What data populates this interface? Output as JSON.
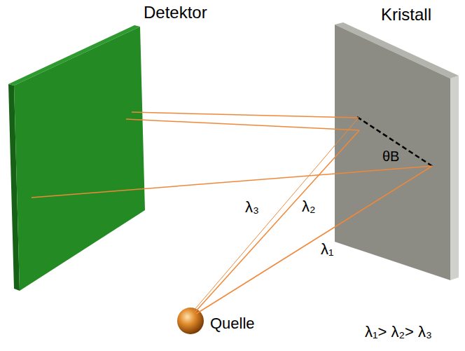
{
  "diagram": {
    "nodes": [
      {
        "text": [
          "Detektor"
        ]
      },
      {
        "text": [
          "Kristall"
        ]
      },
      {
        "text": [
          "Quelle"
        ]
      }
    ],
    "edges": [
      {
        "from": 2,
        "to": 1,
        "arrow": "none",
        "label": "λ₃"
      },
      {
        "from": 2,
        "to": 1,
        "arrow": "none",
        "label": "λ₂"
      },
      {
        "from": 2,
        "to": 1,
        "arrow": "none",
        "label": "λ₁"
      },
      {
        "from": 1,
        "to": 0,
        "arrow": "none"
      },
      {
        "from": 1,
        "to": 0,
        "arrow": "none"
      },
      {
        "from": 1,
        "to": 0,
        "arrow": "none"
      }
    ],
    "labels": [
      "θB",
      "λ₁> λ₂> λ₃"
    ]
  }
}
